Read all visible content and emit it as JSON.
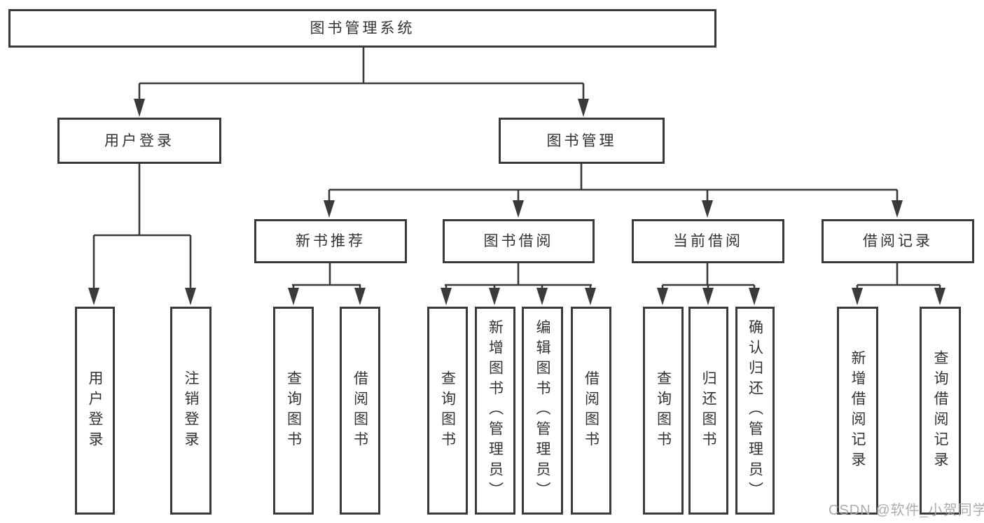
{
  "nodes": {
    "root": {
      "label": "图书管理系统"
    },
    "level2": {
      "user_login": {
        "label": "用户登录"
      },
      "book_mgmt": {
        "label": "图书管理"
      }
    },
    "level3": {
      "new_book_rec": {
        "label": "新书推荐"
      },
      "book_borrow": {
        "label": "图书借阅"
      },
      "current_borrow": {
        "label": "当前借阅"
      },
      "borrow_records": {
        "label": "借阅记录"
      }
    },
    "leaves": {
      "user_login": {
        "label": "用户登录"
      },
      "logout": {
        "label": "注销登录"
      },
      "rec_query_books": {
        "label": "查询图书"
      },
      "rec_borrow_books": {
        "label": "借阅图书"
      },
      "borrow_query_books": {
        "label": "查询图书"
      },
      "borrow_add_books": {
        "label": "新增图书（管理员）"
      },
      "borrow_edit_books": {
        "label": "编辑图书（管理员）"
      },
      "borrow_borrow_books": {
        "label": "借阅图书"
      },
      "current_query_books": {
        "label": "查询图书"
      },
      "current_return_books": {
        "label": "归还图书"
      },
      "current_confirm_return": {
        "label": "确认归还（管理员）"
      },
      "records_add_record": {
        "label": "新增借阅记录"
      },
      "records_query_record": {
        "label": "查询借阅记录"
      }
    }
  },
  "watermark": {
    "text": "CSDN @软件_小贺同学"
  },
  "colors": {
    "line": "#3a3a3a",
    "text": "#333333",
    "background": "#ffffff",
    "watermark": "#a8a8a8"
  }
}
